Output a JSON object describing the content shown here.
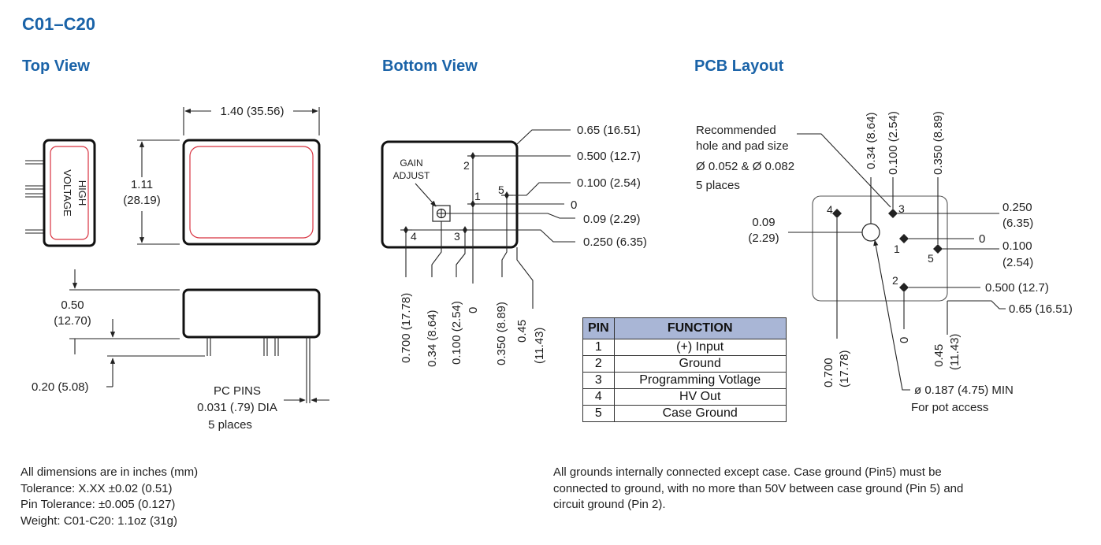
{
  "title": "C01–C20",
  "sections": {
    "top_view": "Top View",
    "bottom_view": "Bottom View",
    "pcb_layout": "PCB Layout"
  },
  "top_view": {
    "width_dim": "1.40 (35.56)",
    "height_dim_in": "1.11",
    "height_dim_mm": "(28.19)",
    "label_line1": "HIGH",
    "label_line2": "VOLTAGE",
    "body_height_in": "0.50",
    "body_height_mm": "(12.70)",
    "pin_length": "0.20 (5.08)",
    "pins_line1": "PC PINS",
    "pins_line2": "0.031 (.79) DIA",
    "pins_line3": "5 places"
  },
  "bottom_view": {
    "gain_line1": "GAIN",
    "gain_line2": "ADJUST",
    "pin_labels": [
      "1",
      "2",
      "3",
      "4",
      "5"
    ],
    "right_dims": [
      "0.65 (16.51)",
      "0.500 (12.7)",
      "0.100 (2.54)",
      "0",
      "0.09 (2.29)",
      "0.250 (6.35)"
    ],
    "bottom_dims": [
      "0.700 (17.78)",
      "0.34 (8.64)",
      "0.100 (2.54)",
      "0",
      "0.350 (8.89)",
      "0.45",
      "(11.43)"
    ]
  },
  "pcb_layout": {
    "rec_line1": "Recommended",
    "rec_line2": "hole and pad size",
    "rec_line3": "Ø 0.052 & Ø 0.082",
    "rec_line4": "5 places",
    "top_dims": [
      "0.34 (8.64)",
      "0.100 (2.54)",
      "0.350 (8.89)"
    ],
    "right_dims": [
      "0.250",
      "(6.35)",
      "0",
      "0.100",
      "(2.54)",
      "0.500 (12.7)",
      "0.65 (16.51)"
    ],
    "left_dim_in": "0.09",
    "left_dim_mm": "(2.29)",
    "bottom_dims": [
      "0.700",
      "(17.78)",
      "0",
      "0.45",
      "(11.43)"
    ],
    "pot_line1": "ø 0.187 (4.75) MIN",
    "pot_line2": "For pot access",
    "pin_labels": [
      "1",
      "2",
      "3",
      "4",
      "5"
    ]
  },
  "pin_table": {
    "headers": [
      "PIN",
      "FUNCTION"
    ],
    "rows": [
      {
        "pin": "1",
        "function": "(+) Input"
      },
      {
        "pin": "2",
        "function": "Ground"
      },
      {
        "pin": "3",
        "function": "Programming Votlage"
      },
      {
        "pin": "4",
        "function": "HV Out"
      },
      {
        "pin": "5",
        "function": "Case Ground"
      }
    ]
  },
  "notes_left": [
    "All dimensions are in inches (mm)",
    "Tolerance: X.XX ±0.02 (0.51)",
    "Pin Tolerance: ±0.005 (0.127)",
    "Weight: C01-C20: 1.1oz (31g)"
  ],
  "notes_right": [
    "All grounds internally connected except case. Case ground (Pin5) must be",
    "connected to ground, with no more than 50V between case ground (Pin 5) and",
    "circuit ground (Pin 2)."
  ],
  "colors": {
    "heading_blue": "#1a63a8",
    "inner_outline_red": "#d8313f",
    "table_header_fill": "#a9b6d6"
  }
}
